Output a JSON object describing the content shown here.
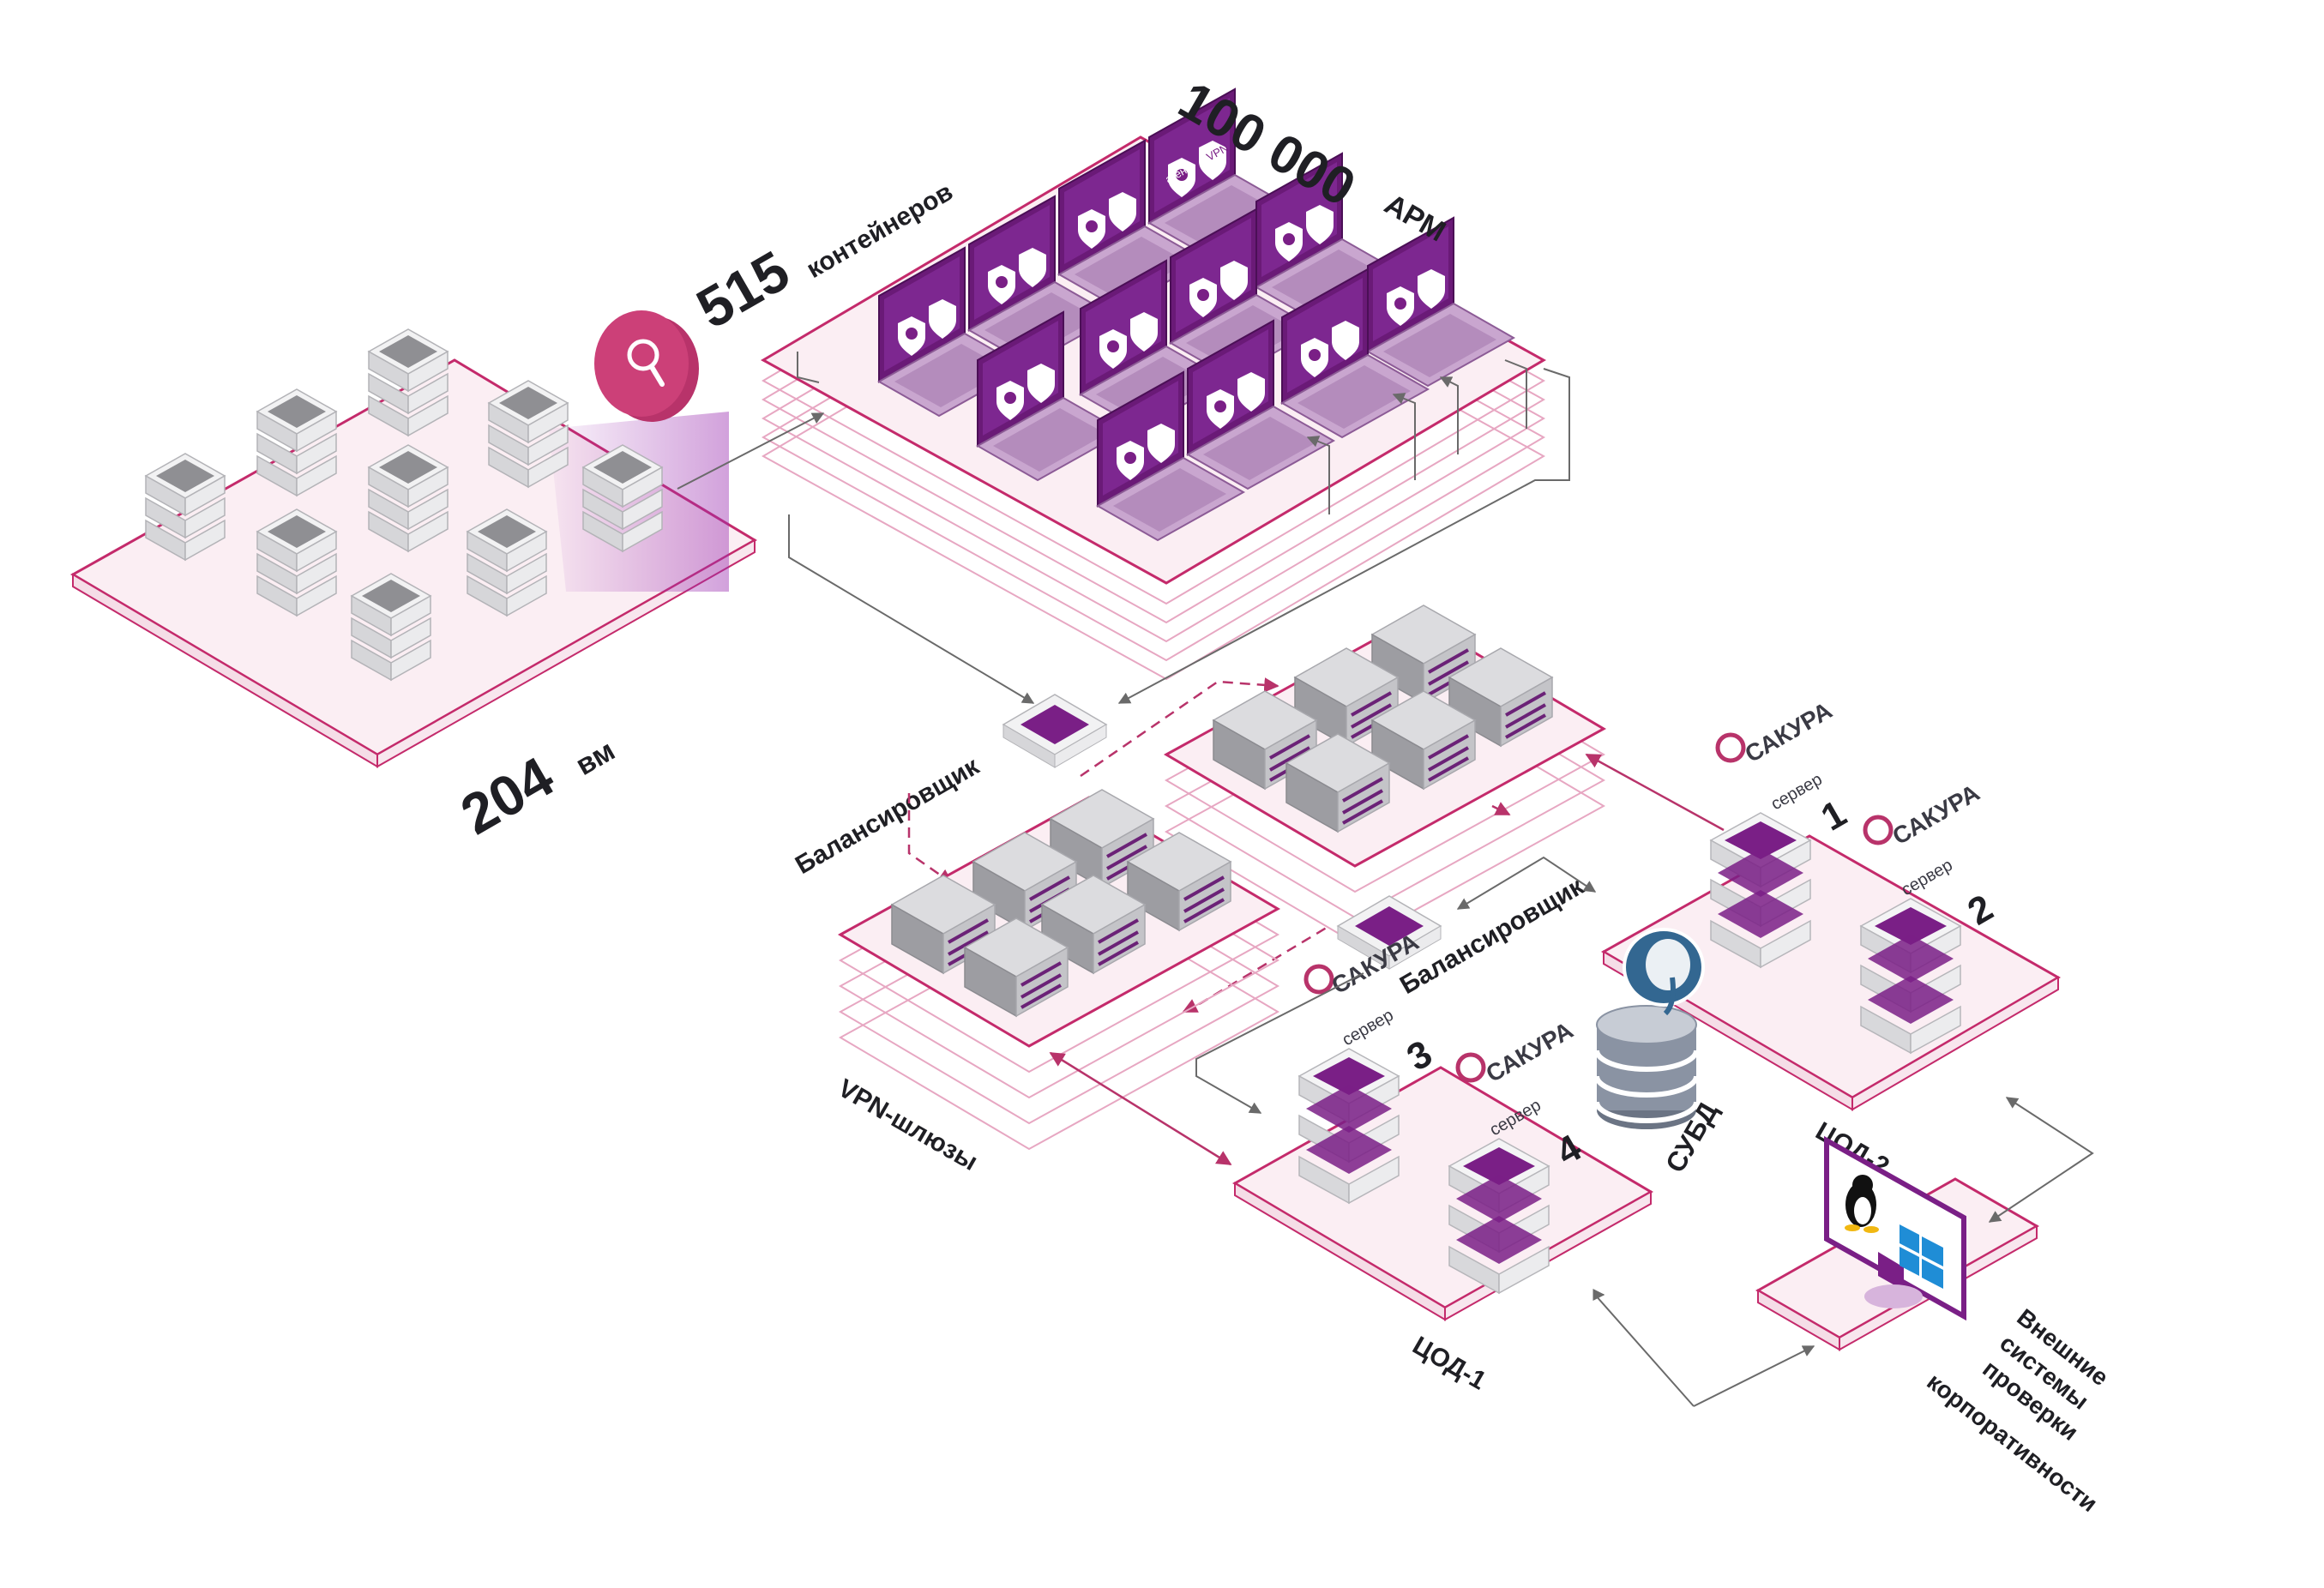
{
  "colors": {
    "accent": "#7a1f86",
    "accent_dark": "#5b1566",
    "magenta": "#b8336a",
    "platform_fill": "#fbeef3",
    "platform_stroke": "#c42a6b",
    "layer_stroke": "#e7a7c2",
    "server_light": "#e6e6e8",
    "server_mid": "#c9c9cc",
    "server_dark": "#a9a9ad",
    "arrow": "#6a6a6a"
  },
  "labels": {
    "vm_count": "204",
    "vm_unit": "вм",
    "containers_count": "515",
    "containers_unit": "контейнеров",
    "arm_count": "100 000",
    "arm_unit": "АРМ",
    "balancer_top": "Балансировщик",
    "balancer_mid": "Балансировщик",
    "vpn_gateways": "VPN-шлюзы",
    "dbms": "СУБД",
    "dc1": "ЦОД-1",
    "dc2": "ЦОД-2",
    "external": [
      "Внешние",
      "системы",
      "проверки",
      "корпоративности"
    ]
  },
  "laptop": {
    "agent_text": "агент",
    "vpn_text": "VPN"
  },
  "sakura_servers": [
    {
      "brand": "САКУРА",
      "sub": "сервер",
      "num": "1"
    },
    {
      "brand": "САКУРА",
      "sub": "сервер",
      "num": "2"
    },
    {
      "brand": "САКУРА",
      "sub": "сервер",
      "num": "3"
    },
    {
      "brand": "САКУРА",
      "sub": "сервер",
      "num": "4"
    }
  ],
  "icons": [
    "search-icon",
    "agent-shield-icon",
    "vpn-shield-icon",
    "database-icon",
    "elephant-icon",
    "linux-penguin-icon",
    "windows-logo-icon",
    "sakura-logo-icon"
  ]
}
